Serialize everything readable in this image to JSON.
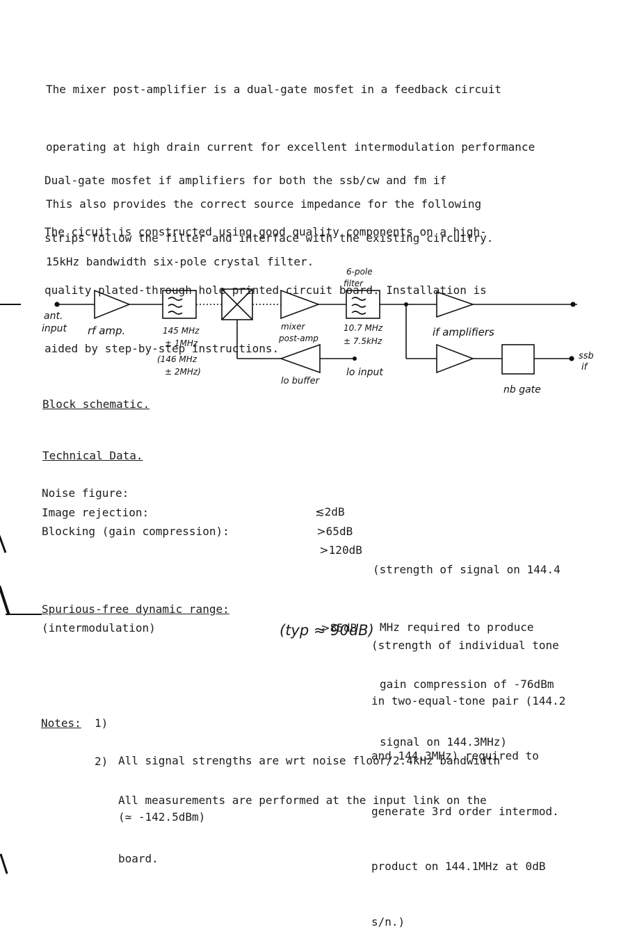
{
  "intro": {
    "para1": [
      "The mixer post-amplifier is a dual-gate mosfet in a feedback circuit",
      "operating at high drain current for excellent intermodulation performance",
      "This also provides the correct source impedance for the following",
      "15kHz bandwidth six-pole crystal filter."
    ],
    "para2": [
      "Dual-gate mosfet if amplifiers for both the ssb/cw and fm if",
      "strips follow the filter and interface with the existing circuitry."
    ],
    "para3": [
      "The cicuit is constructed using good quality components on a high-",
      "quality plated-through-hole printed circuit board. Installation is",
      "aided by step-by-step instructions."
    ]
  },
  "diagram": {
    "ant_input": [
      "ant.",
      "input"
    ],
    "rf_amp": "rf amp.",
    "filter_freq": [
      "145 MHz",
      "± 1MHz",
      "(146 MHz",
      "± 2MHz)"
    ],
    "mixer_postamp": [
      "mixer",
      "post-amp"
    ],
    "lo_buffer": "lo buffer",
    "sixpole_filter": [
      "6-pole",
      "filter"
    ],
    "crystal_freq": [
      "10.7 MHz",
      "± 7.5kHz"
    ],
    "lo_input": "lo input",
    "if_amplifiers": "if amplifiers",
    "ssb_if": [
      "ssb",
      "if"
    ],
    "nb_gate": "nb gate"
  },
  "block_schematic_heading": "Block schematic.",
  "technical_heading": "Technical Data.",
  "specs": [
    {
      "label": "Noise figure:",
      "symbol": "≲",
      "value": "2dB",
      "note": []
    },
    {
      "label": "Image rejection:",
      "symbol": ">",
      "value": "65dB",
      "note": []
    },
    {
      "label": "Blocking (gain compression):",
      "symbol": ">",
      "value": "120dB",
      "note": [
        "(strength of signal on 144.4",
        "MHz required to produce",
        "gain compression of -76dBm",
        "signal on 144.3MHz)"
      ]
    },
    {
      "label": "Spurious-free dynamic range:",
      "label2": "(intermodulation)",
      "symbol": ">",
      "value": "85dB",
      "typ": "(typ ≈ 90dB)",
      "note": [
        "(strength of individual tone",
        "in two-equal-tone pair (144.2",
        "and 144.3MHz) required to",
        "generate 3rd order intermod.",
        "product on 144.1MHz at 0dB",
        "s/n.)"
      ]
    }
  ],
  "notes": {
    "label": "Notes:",
    "items": [
      {
        "num": "1)",
        "lines": [
          "All signal strengths are wrt noise floor/2.4kHz bandwidth",
          "(≃ -142.5dBm)"
        ]
      },
      {
        "num": "2)",
        "lines": [
          "All measurements are performed at the input link on the",
          "board."
        ]
      }
    ]
  }
}
